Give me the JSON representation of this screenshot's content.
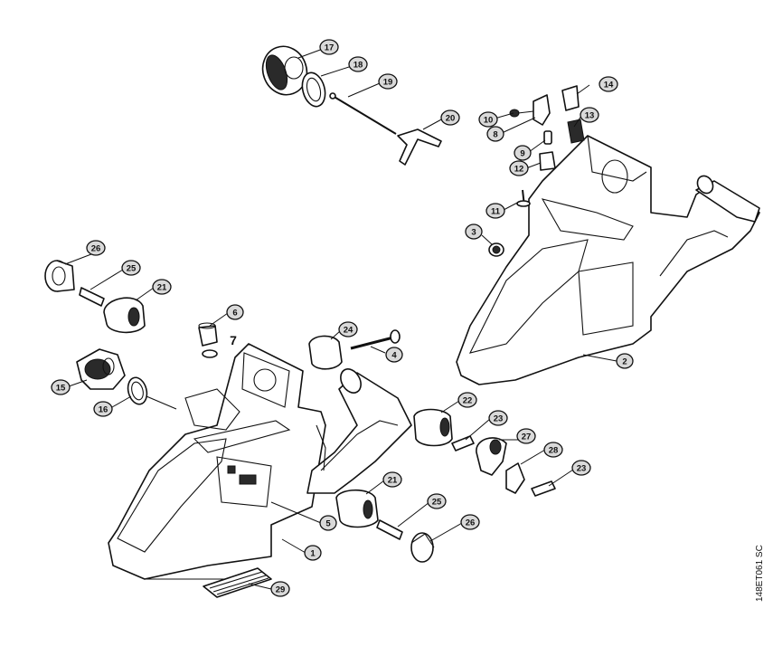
{
  "diagram_code": "148ET061 SC",
  "parts": {
    "p1": "1",
    "p2": "2",
    "p3": "3",
    "p4": "4",
    "p5": "5",
    "p6": "6",
    "p7": "7",
    "p8": "8",
    "p9": "9",
    "p10": "10",
    "p11": "11",
    "p12": "12",
    "p13": "13",
    "p14": "14",
    "p15": "15",
    "p16": "16",
    "p17": "17",
    "p18": "18",
    "p19": "19",
    "p20": "20",
    "p21": "21",
    "p22": "22",
    "p23": "23",
    "p24": "24",
    "p25": "25",
    "p26": "26",
    "p27": "27",
    "p28": "28",
    "p29": "29"
  }
}
